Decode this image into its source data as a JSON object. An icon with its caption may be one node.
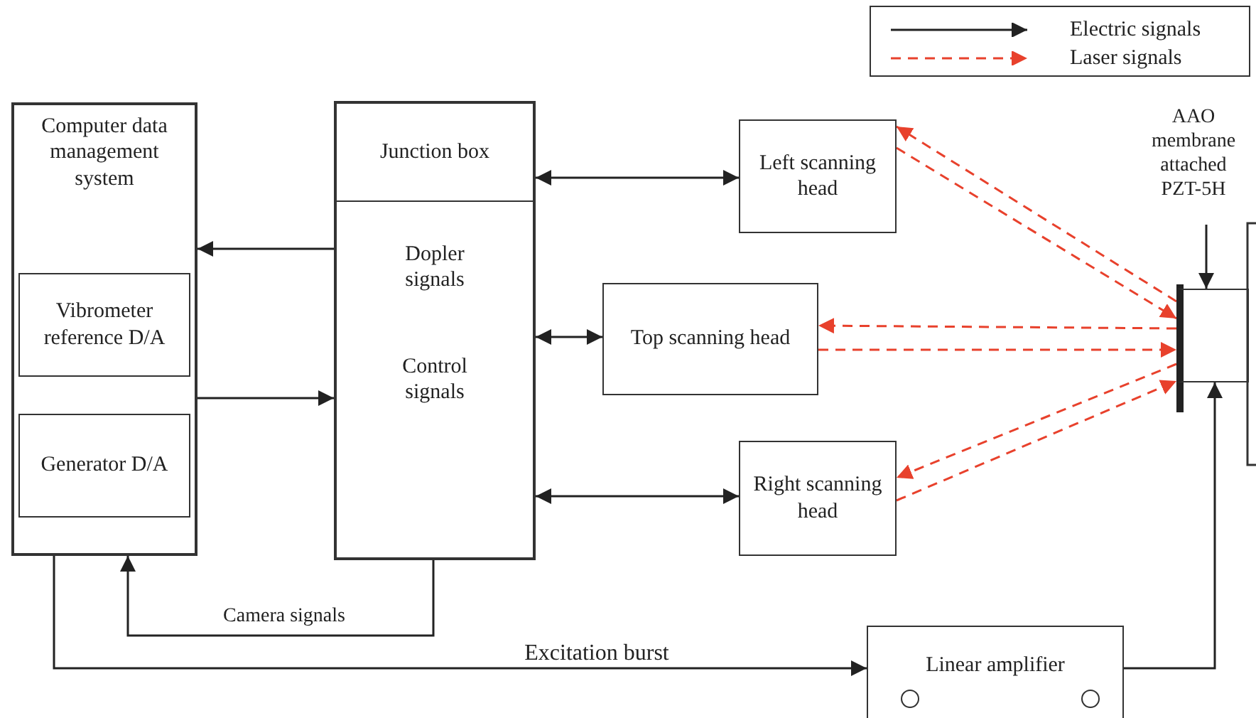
{
  "diagram": {
    "nodes": [
      {
        "text": [
          "Computer data management system"
        ]
      },
      {
        "text": [
          "Vibrometer reference D/A"
        ],
        "in": 0
      },
      {
        "text": [
          "Generator D/A"
        ],
        "in": 0
      },
      {
        "text": [
          "Junction box",
          "Dopler signals",
          "Control signals"
        ]
      },
      {
        "text": [
          "Left scanning head"
        ]
      },
      {
        "text": [
          "Top scanning head"
        ]
      },
      {
        "text": [
          "Right scanning head"
        ]
      },
      {
        "text": [
          "AAO membrane attached PZT-5H"
        ]
      },
      {
        "text": [],
        "shape": "box"
      },
      {
        "text": [
          "Linear amplifier"
        ]
      }
    ],
    "edges": [
      {
        "from": 3,
        "to": 0,
        "arrow": "to"
      },
      {
        "from": 0,
        "to": 3,
        "arrow": "to"
      },
      {
        "from": 3,
        "to": 4,
        "arrow": "both"
      },
      {
        "from": 3,
        "to": 5,
        "arrow": "both"
      },
      {
        "from": 3,
        "to": 6,
        "arrow": "both"
      },
      {
        "from": 3,
        "to": 0,
        "arrow": "to",
        "label": "Camera signals"
      },
      {
        "from": 0,
        "to": 9,
        "arrow": "to",
        "label": "Excitation burst"
      },
      {
        "from": 9,
        "to": 8,
        "arrow": "to"
      },
      {
        "from": 8,
        "to": 4,
        "arrow": "to",
        "style": "dashed",
        "color": "#e8412c"
      },
      {
        "from": 4,
        "to": 8,
        "arrow": "to",
        "style": "dashed",
        "color": "#e8412c"
      },
      {
        "from": 8,
        "to": 5,
        "arrow": "to",
        "style": "dashed",
        "color": "#e8412c"
      },
      {
        "from": 5,
        "to": 8,
        "arrow": "to",
        "style": "dashed",
        "color": "#e8412c"
      },
      {
        "from": 8,
        "to": 6,
        "arrow": "to",
        "style": "dashed",
        "color": "#e8412c"
      },
      {
        "from": 6,
        "to": 8,
        "arrow": "to",
        "style": "dashed",
        "color": "#e8412c"
      },
      {
        "from": 7,
        "to": 8,
        "arrow": "to"
      }
    ],
    "legend": [
      {
        "text": "Electric signals"
      },
      {
        "text": "Laser signals"
      }
    ]
  }
}
